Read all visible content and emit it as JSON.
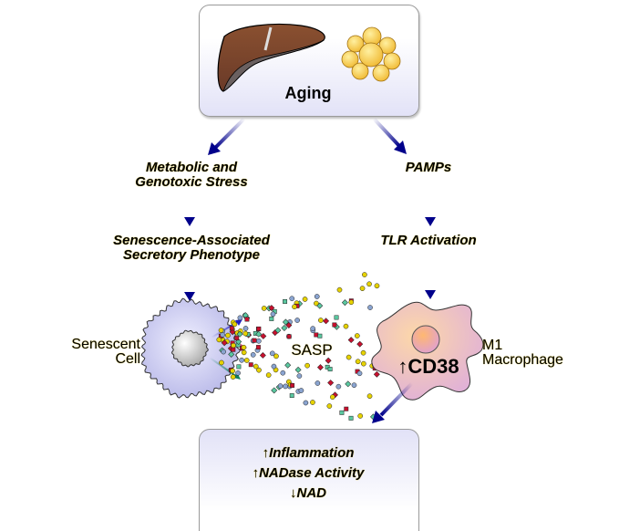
{
  "top_box": {
    "label": "Aging",
    "icons": [
      "liver-icon",
      "adipocyte-cluster-icon"
    ]
  },
  "left_branch": {
    "step1": {
      "line1": "Metabolic and",
      "line2": "Genotoxic Stress"
    },
    "step2": {
      "line1": "Senescence-Associated",
      "line2": "Secretory Phenotype"
    },
    "cell_label": {
      "line1": "Senescent",
      "line2": "Cell"
    }
  },
  "right_branch": {
    "step1": {
      "label": "PAMPs"
    },
    "step2": {
      "label": "TLR Activation"
    },
    "cell_label": {
      "line1": "M1",
      "line2": "Macrophage"
    },
    "marker": "↑CD38"
  },
  "secretion": {
    "label": "SASP"
  },
  "bottom_box": {
    "lines": [
      "↑Inflammation",
      "↑NADase Activity",
      "↓NAD"
    ]
  },
  "colors": {
    "arrow": "#00008b",
    "box_fill": "#e2e2f7",
    "senescent_cell": "#c8c8ee",
    "macrophage": "#f3c0c0",
    "particle_red": "#c8102e",
    "particle_yellow": "#e6d200",
    "particle_blue": "#8aa4d0",
    "particle_green": "#5ac8a0"
  }
}
